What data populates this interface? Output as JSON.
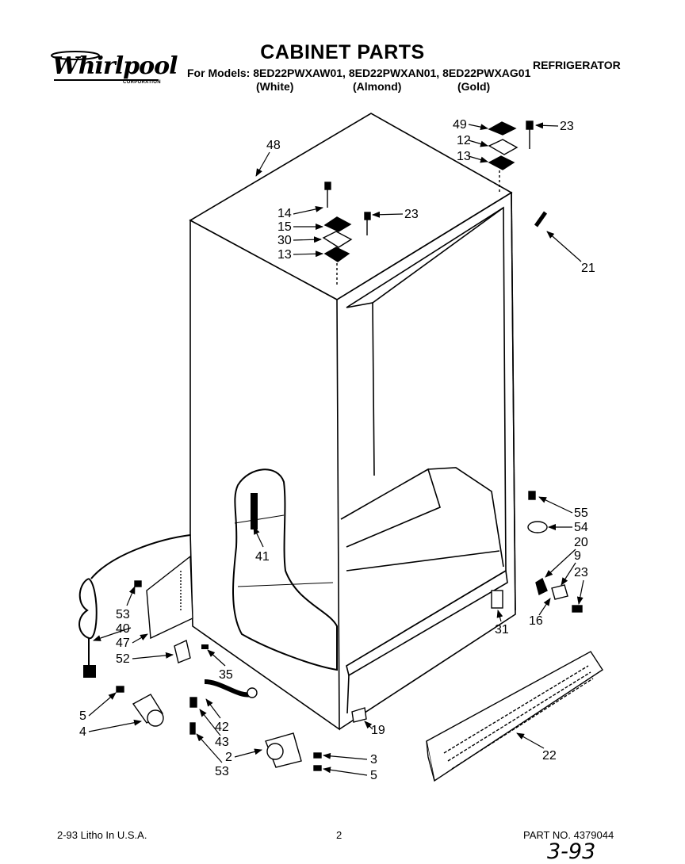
{
  "header": {
    "logo_text": "Whirlpool",
    "logo_sub": "CORPORATION",
    "title": "CABINET PARTS",
    "models": "For Models: 8ED22PWXAW01, 8ED22PWXAN01, 8ED22PWXAG01",
    "color_white": "(White)",
    "color_almond": "(Almond)",
    "color_gold": "(Gold)",
    "appliance": "REFRIGERATOR"
  },
  "callouts": {
    "c48": "48",
    "c49": "49",
    "c12": "12",
    "c13a": "13",
    "c23a": "23",
    "c14": "14",
    "c15": "15",
    "c30": "30",
    "c13b": "13",
    "c23b": "23",
    "c21": "21",
    "c41": "41",
    "c55": "55",
    "c54": "54",
    "c20": "20",
    "c9": "9",
    "c23c": "23",
    "c16": "16",
    "c31": "31",
    "c53a": "53",
    "c40": "40",
    "c47": "47",
    "c52": "52",
    "c35": "35",
    "c5a": "5",
    "c4": "4",
    "c42": "42",
    "c43": "43",
    "c2": "2",
    "c53b": "53",
    "c3": "3",
    "c5b": "5",
    "c19": "19",
    "c22": "22"
  },
  "footer": {
    "litho": "2-93 Litho In U.S.A.",
    "page": "2",
    "part_no": "PART NO. 4379044",
    "handwritten": "3-93"
  }
}
